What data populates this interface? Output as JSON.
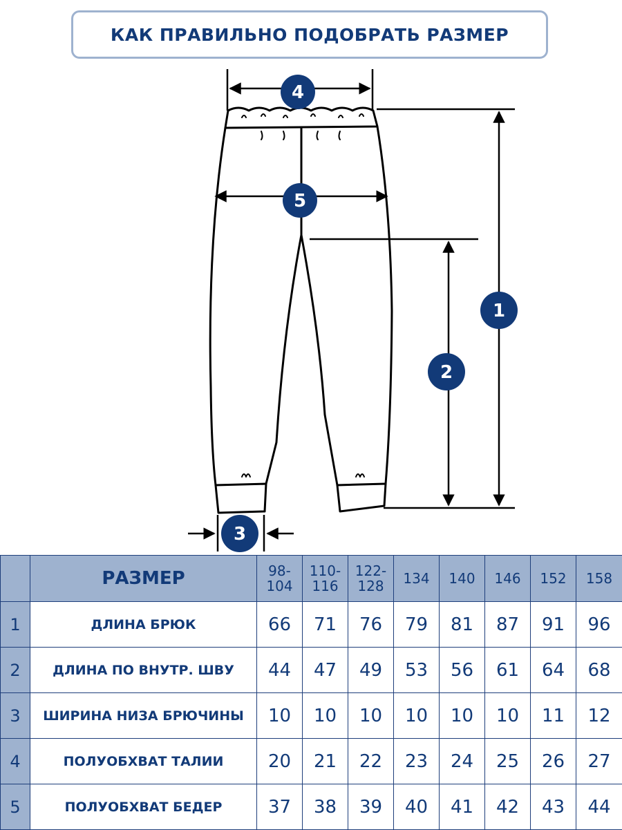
{
  "title": "КАК ПРАВИЛЬНО ПОДОБРАТЬ РАЗМЕР",
  "colors": {
    "navy": "#123a78",
    "header_bg": "#9eb2cf",
    "line": "#000000"
  },
  "callouts": [
    "1",
    "2",
    "3",
    "4",
    "5"
  ],
  "table": {
    "header_label": "РАЗМЕР",
    "sizes": [
      "98-\n104",
      "110-\n116",
      "122-\n128",
      "134",
      "140",
      "146",
      "152",
      "158"
    ],
    "rows": [
      {
        "index": "1",
        "label": "ДЛИНА БРЮК",
        "values": [
          "66",
          "71",
          "76",
          "79",
          "81",
          "87",
          "91",
          "96"
        ]
      },
      {
        "index": "2",
        "label": "ДЛИНА ПО ВНУТР. ШВУ",
        "values": [
          "44",
          "47",
          "49",
          "53",
          "56",
          "61",
          "64",
          "68"
        ]
      },
      {
        "index": "3",
        "label": "ШИРИНА НИЗА БРЮЧИНЫ",
        "values": [
          "10",
          "10",
          "10",
          "10",
          "10",
          "10",
          "11",
          "12"
        ]
      },
      {
        "index": "4",
        "label": "ПОЛУОБХВАТ ТАЛИИ",
        "values": [
          "20",
          "21",
          "22",
          "23",
          "24",
          "25",
          "26",
          "27"
        ]
      },
      {
        "index": "5",
        "label": "ПОЛУОБХВАТ БЕДЕР",
        "values": [
          "37",
          "38",
          "39",
          "40",
          "41",
          "42",
          "43",
          "44"
        ]
      }
    ]
  }
}
